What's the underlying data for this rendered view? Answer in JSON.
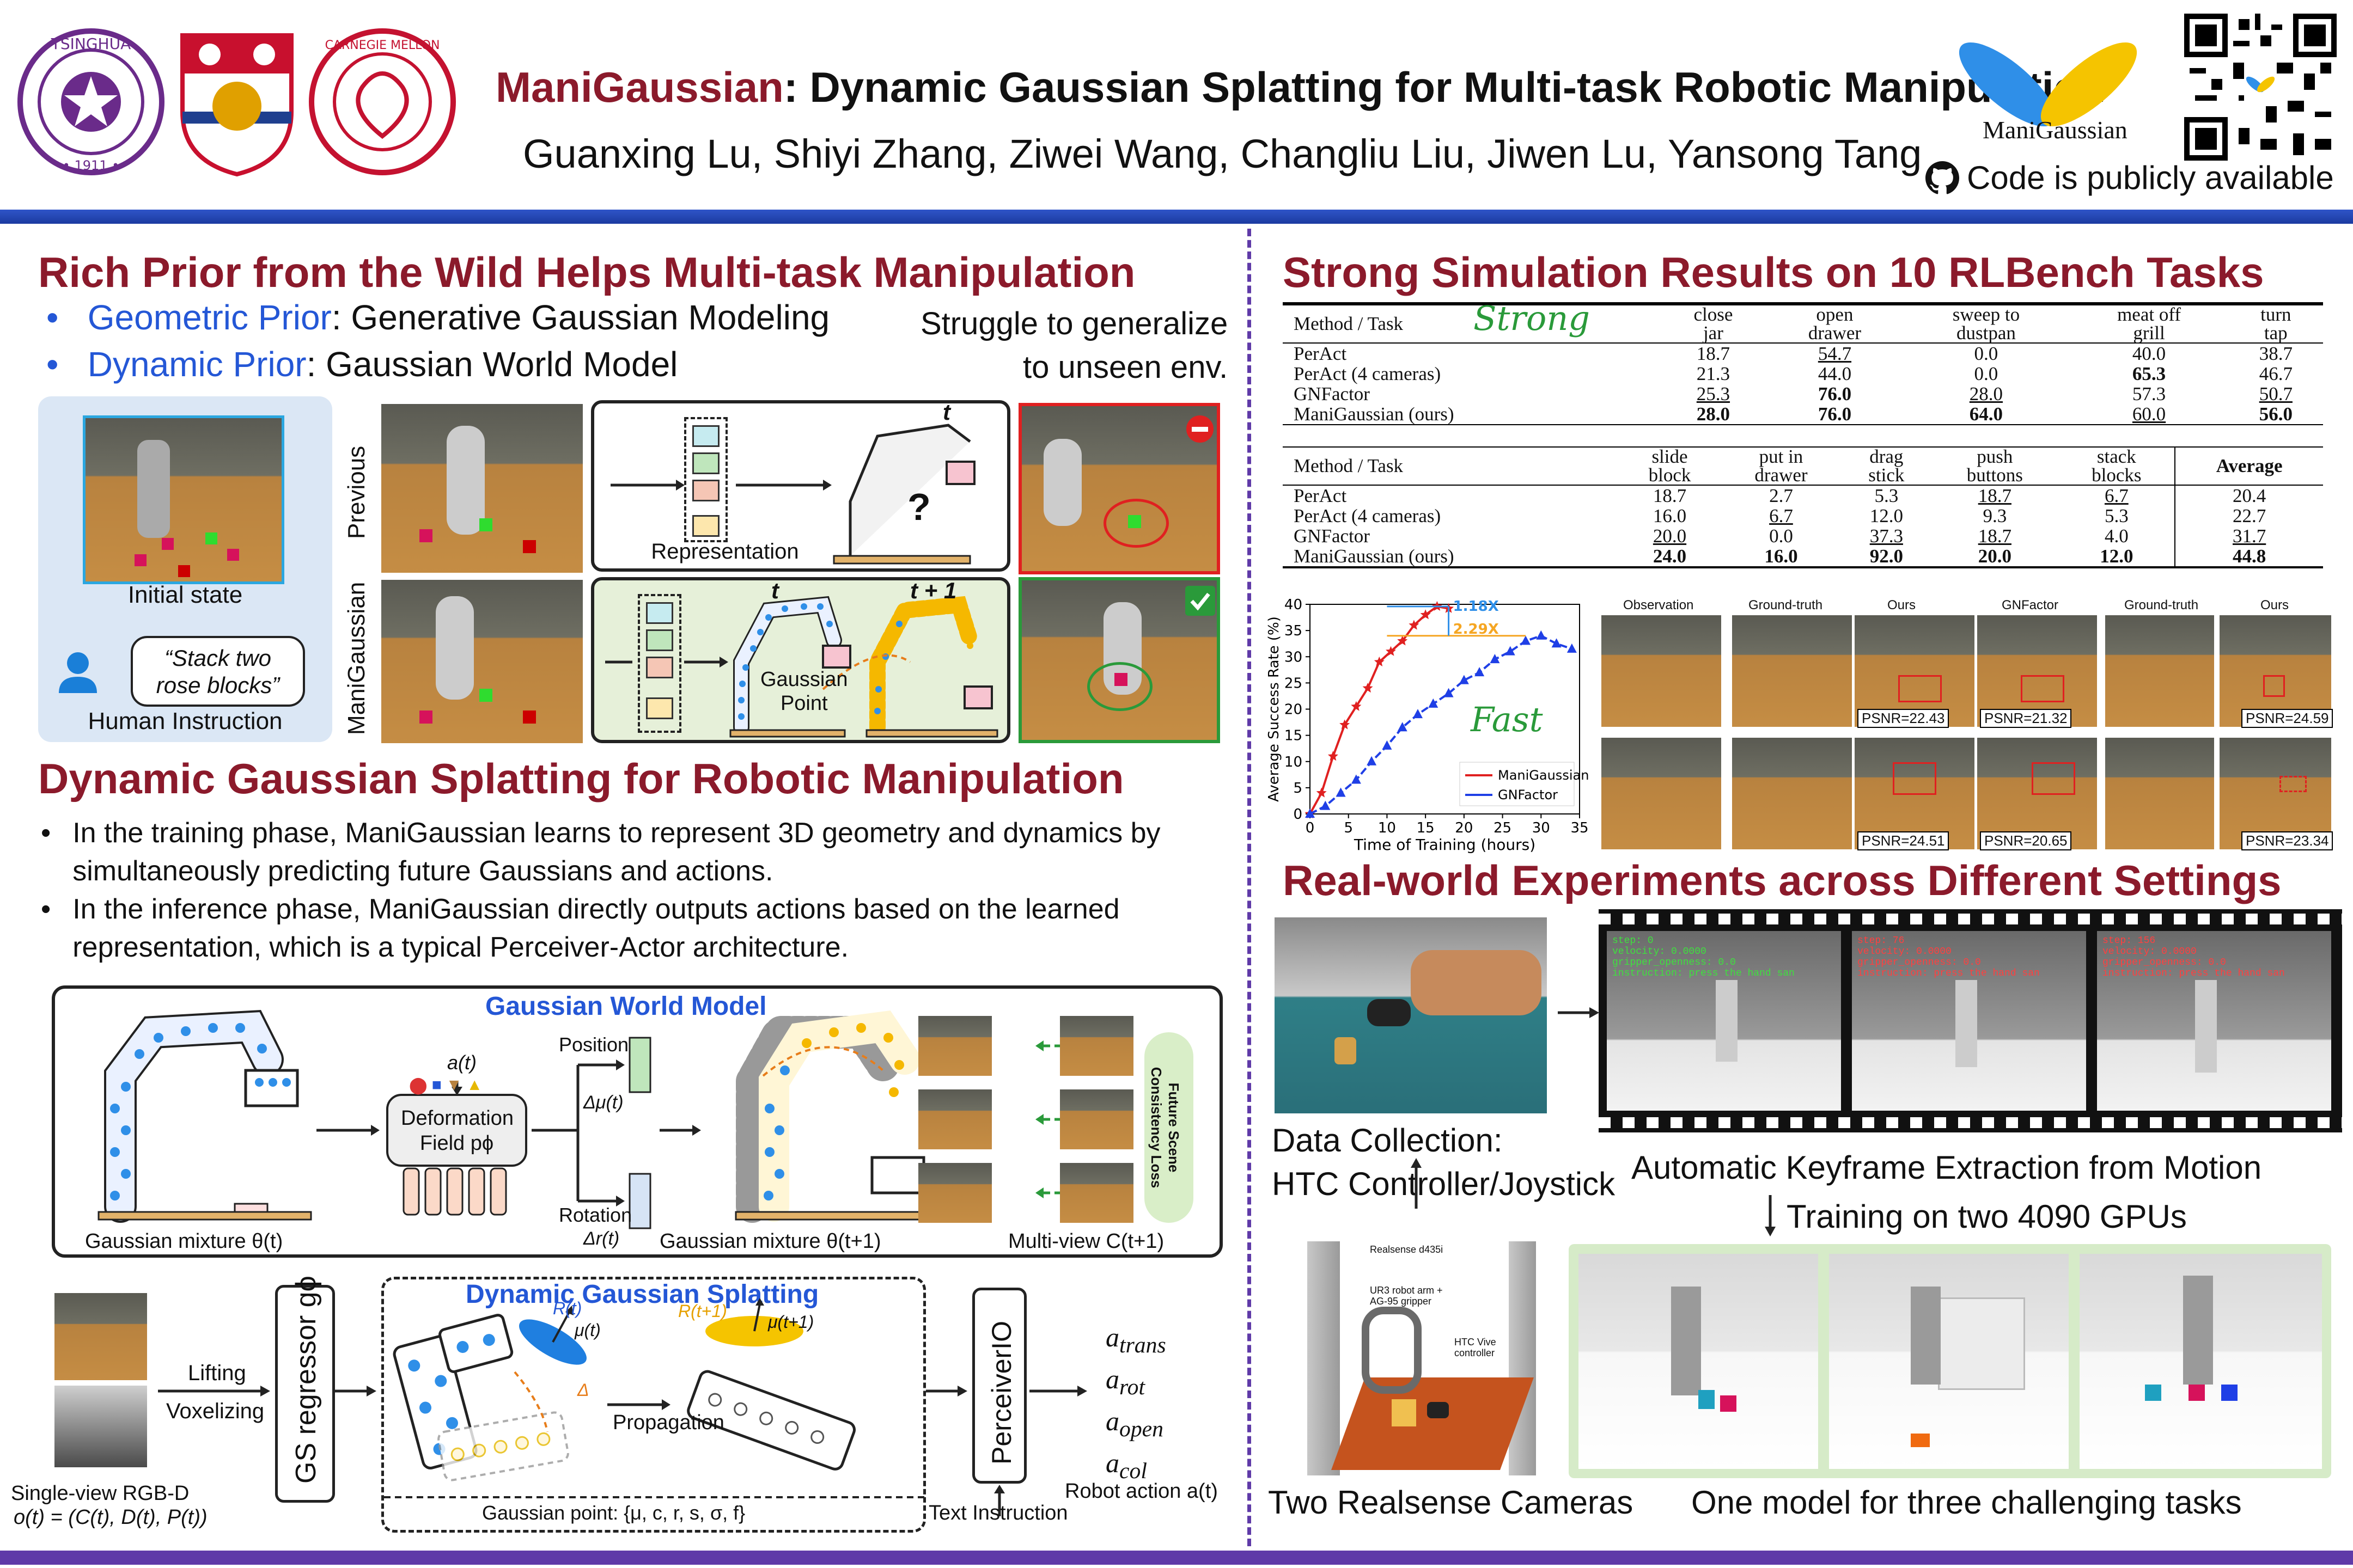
{
  "header": {
    "title_brand": "ManiGaussian",
    "title_rest": ": Dynamic Gaussian Splatting for Multi-task Robotic Manipulation",
    "authors": "Guanxing Lu, Shiyi Zhang, Ziwei Wang, Changliu Liu, Jiwen Lu, Yansong Tang",
    "logo_text": "ManiGaussian",
    "code_text": "Code is publicly available"
  },
  "left": {
    "s1_title": "Rich Prior from the Wild Helps Multi-task Manipulation",
    "s1_bullets": [
      {
        "label": "Geometric Prior",
        "text": ": Generative Gaussian Modeling"
      },
      {
        "label": "Dynamic Prior",
        "text": ": Gaussian World Model"
      }
    ],
    "struggle": "Struggle to generalize\nto unseen env.",
    "initial_state": "Initial state",
    "instruction_quote": "“Stack two\nrose blocks”",
    "human_instruction": "Human Instruction",
    "row_previous": "Previous",
    "row_mani": "ManiGaussian",
    "representation": "Representation",
    "t_label": "t",
    "t1_label": "t + 1",
    "gaussian_point": "Gaussian\nPoint",
    "question": "?",
    "s2_title": "Dynamic Gaussian Splatting for Robotic Manipulation",
    "s2_bullets": [
      "In the training phase, ManiGaussian learns to represent 3D geometry and dynamics by simultaneously predicting future Gaussians and actions.",
      "In the inference phase, ManiGaussian directly outputs actions based on the learned representation, which is a typical Perceiver-Actor architecture."
    ],
    "gwm_title": "Gaussian World Model",
    "a_t": "a(t)",
    "deform_title": "Deformation\nField pϕ",
    "position": "Position",
    "rotation": "Rotation",
    "delta_mu": "Δμ(t)",
    "delta_r": "Δr(t)",
    "gmix_t": "Gaussian mixture θ(t)",
    "gmix_t1": "Gaussian mixture θ(t+1)",
    "multiview": "Multi-view C(t+1)",
    "future_loss": "Future Scene\nConsistency Loss",
    "dgs_title": "Dynamic Gaussian Splatting",
    "lifting": "Lifting",
    "voxelizing": "Voxelizing",
    "gs_regressor": "GS regressor gϕ",
    "propagation": "Propagation",
    "perceiverio": "PerceiverIO",
    "rt": "R(t)",
    "mut": "μ(t)",
    "rt1": "R(t+1)",
    "mut1": "μ(t+1)",
    "delta": "Δ",
    "actions": [
      "a_trans",
      "a_rot",
      "a_open",
      "a_col"
    ],
    "action_subs": [
      "trans",
      "rot",
      "open",
      "col"
    ],
    "single_view": "Single-view RGB-D",
    "obs_formula": "o(t) = (C(t), D(t), P(t))",
    "gaussian_point_line": "Gaussian point: {μ, c, r, s, σ, f}",
    "text_instruction": "Text Instruction",
    "robot_action": "Robot action a(t)"
  },
  "right": {
    "s3_title": "Strong Simulation Results on 10 RLBench Tasks",
    "strong_note": "Strong",
    "table1": {
      "header": [
        "Method / Task",
        "close\njar",
        "open\ndrawer",
        "sweep to\ndustpan",
        "meat off\ngrill",
        "turn\ntap"
      ],
      "rows": [
        [
          "PerAct",
          "18.7",
          "_54.7",
          "0.0",
          "40.0",
          "38.7"
        ],
        [
          "PerAct (4 cameras)",
          "21.3",
          "44.0",
          "0.0",
          "*65.3",
          "46.7"
        ],
        [
          "GNFactor",
          "_25.3",
          "*76.0",
          "_28.0",
          "57.3",
          "_50.7"
        ],
        [
          "ManiGaussian (ours)",
          "*28.0",
          "*76.0",
          "*64.0",
          "_60.0",
          "*56.0"
        ]
      ]
    },
    "table2": {
      "header": [
        "Method / Task",
        "slide\nblock",
        "put in\ndrawer",
        "drag\nstick",
        "push\nbuttons",
        "stack\nblocks",
        "Average"
      ],
      "rows": [
        [
          "PerAct",
          "18.7",
          "2.7",
          "5.3",
          "_18.7",
          "_6.7",
          "20.4"
        ],
        [
          "PerAct (4 cameras)",
          "16.0",
          "_6.7",
          "12.0",
          "9.3",
          "5.3",
          "22.7"
        ],
        [
          "GNFactor",
          "_20.0",
          "0.0",
          "_37.3",
          "_18.7",
          "4.0",
          "_31.7"
        ],
        [
          "ManiGaussian (ours)",
          "*24.0",
          "*16.0",
          "*92.0",
          "*20.0",
          "*12.0",
          "*44.8"
        ]
      ]
    },
    "fast_note": "Fast",
    "speedup1": "1.18X",
    "speedup2": "2.29X",
    "recon_headers": [
      "Observation",
      "Ground-truth",
      "Ours",
      "GNFactor",
      "Ground-truth",
      "Ours"
    ],
    "psnr": [
      "PSNR=22.43",
      "PSNR=21.32",
      "PSNR=24.59",
      "PSNR=24.51",
      "PSNR=20.65",
      "PSNR=23.34"
    ],
    "s4_title": "Real-world Experiments across Different Settings",
    "data_collection": "Data Collection:\nHTC Controller/Joystick",
    "keyframe": "Automatic Keyframe Extraction from Motion",
    "training": "Training on two 4090 GPUs",
    "two_cameras": "Two Realsense Cameras",
    "one_model": "One model for three challenging tasks",
    "realsense_label": "Realsense d435i",
    "ur3_label": "UR3 robot arm +\nAG-95 gripper",
    "htc_label": "HTC Vive\ncontroller",
    "overlay_lines": [
      "step: 0",
      "velocity: 0.0000",
      "gripper_openness: 0.0",
      "instruction: press the hand san"
    ],
    "overlay_steps": [
      "step: 0",
      "step: 76",
      "step: 156"
    ],
    "overlay_vel": [
      "velocity: 0.0000",
      "velocity: 0.0000",
      "velocity: 0.0000"
    ]
  },
  "chart_data": {
    "type": "line",
    "xlabel": "Time of Training (hours)",
    "ylabel": "Average Success Rate (%)",
    "xlim": [
      0,
      35
    ],
    "ylim": [
      0,
      40
    ],
    "xticks": [
      0,
      5,
      10,
      15,
      20,
      25,
      30,
      35
    ],
    "yticks": [
      0,
      5,
      10,
      15,
      20,
      25,
      30,
      35,
      40
    ],
    "legend": "bottom-right",
    "series": [
      {
        "name": "ManiGaussian",
        "color": "#e02020",
        "marker": "star",
        "x": [
          0,
          1.5,
          3,
          4.5,
          6,
          7.5,
          9,
          10.5,
          12,
          13.5,
          15,
          16.5,
          18
        ],
        "y": [
          0,
          4,
          11,
          17,
          20.5,
          24,
          29,
          31,
          33,
          36,
          38,
          39.6,
          39.2
        ]
      },
      {
        "name": "GNFactor",
        "color": "#1f3fe6",
        "marker": "triangle",
        "x": [
          0,
          2,
          4,
          6,
          8,
          10,
          12,
          14,
          16,
          18,
          20,
          22,
          24,
          26,
          28,
          30,
          32,
          34
        ],
        "y": [
          0,
          1.5,
          4,
          6.5,
          10,
          13,
          16.5,
          19,
          21,
          23,
          25.5,
          27,
          29.5,
          31,
          33,
          34,
          32.5,
          31.5
        ]
      }
    ]
  },
  "colors": {
    "title_red": "#8b1a2b",
    "blue_label": "#2457d6",
    "divider": "#5f3aa8",
    "gaussian_blue": "#1f7fe0",
    "gaussian_yellow": "#f5b800"
  }
}
